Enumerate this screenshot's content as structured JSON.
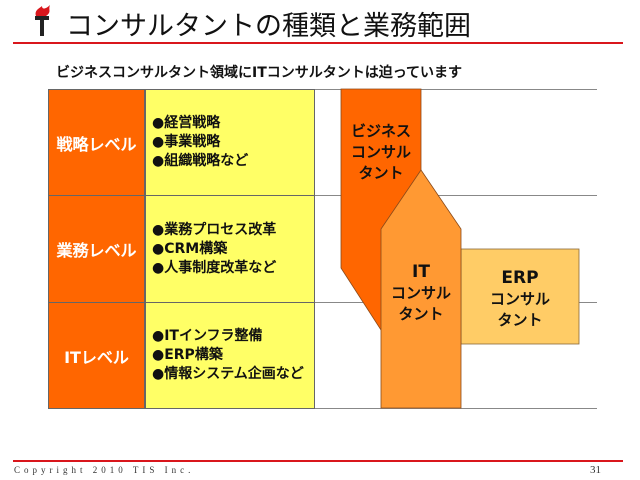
{
  "header": {
    "title": "コンサルタントの種類と業務範囲",
    "logo_icon": "torch-icon"
  },
  "subtitle": "ビジネスコンサルタント領域にITコンサルタントは迫っています",
  "levels": [
    {
      "label": "戦略レベル",
      "items": [
        "●経営戦略",
        "●事業戦略",
        "●組織戦略など"
      ]
    },
    {
      "label": "業務レベル",
      "items": [
        "●業務プロセス改革",
        "●CRM構築",
        "●人事制度改革など"
      ]
    },
    {
      "label": "ITレベル",
      "items": [
        "●ITインフラ整備",
        "●ERP構築",
        "●情報システム企画など"
      ]
    }
  ],
  "consultants": {
    "business": [
      "ビジネス",
      "コンサル",
      "タント"
    ],
    "it": [
      "IT",
      "コンサル",
      "タント"
    ],
    "erp": [
      "ERP",
      "コンサル",
      "タント"
    ]
  },
  "colors": {
    "business": "#ff6600",
    "it": "#ff9933",
    "erp": "#ffcc66",
    "items": "#ffff66",
    "rule": "#d9161c"
  },
  "footer": {
    "copyright": "Copyright 2010 TIS Inc.",
    "page": "31"
  }
}
